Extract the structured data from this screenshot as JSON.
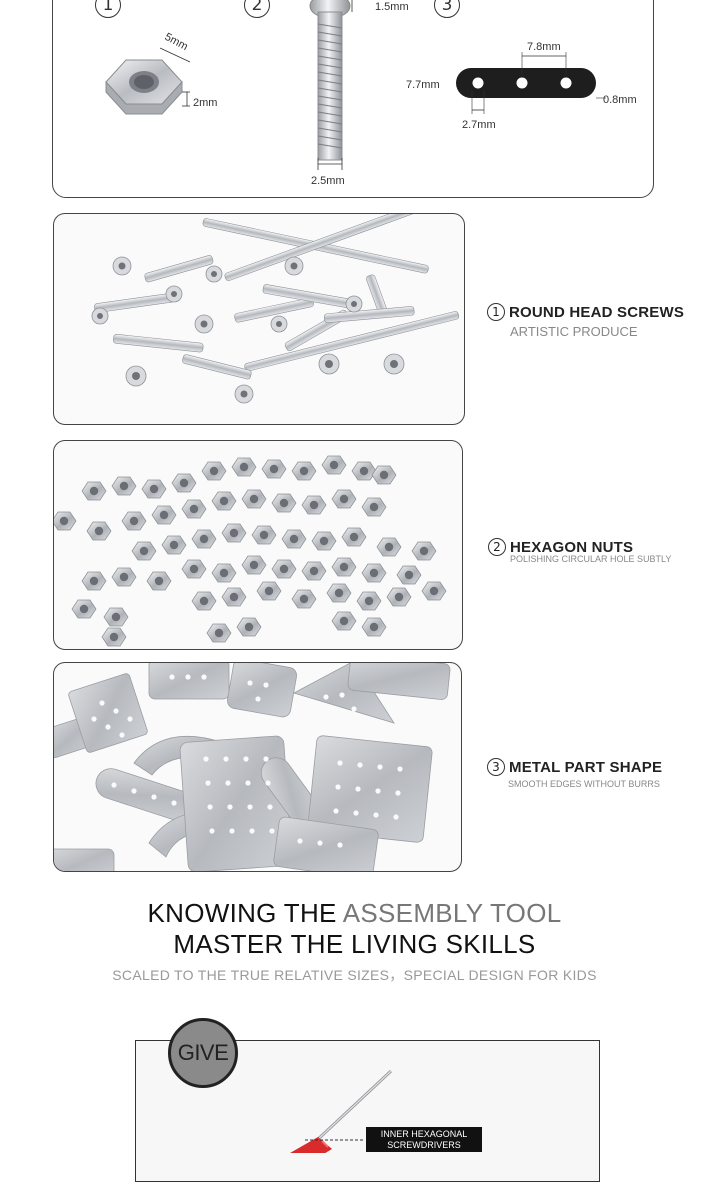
{
  "spec": {
    "numbers": [
      "1",
      "2",
      "3"
    ],
    "nut": {
      "width": "5mm",
      "thickness": "2mm"
    },
    "screw": {
      "head": "1.5mm",
      "diameter": "2.5mm"
    },
    "plate": {
      "spacing": "7.8mm",
      "height": "7.7mm",
      "hole": "2.7mm",
      "thickness": "0.8mm"
    }
  },
  "features": [
    {
      "num": "1",
      "title": "ROUND HEAD SCREWS",
      "subtitle": "ARTISTIC PRODUCE"
    },
    {
      "num": "2",
      "title": "HEXAGON NUTS",
      "subtitle": "POLISHING CIRCULAR HOLE SUBTLY"
    },
    {
      "num": "3",
      "title": "METAL PART SHAPE",
      "subtitle": "SMOOTH EDGES WITHOUT BURRS"
    }
  ],
  "headline": {
    "line1_dark": "KNOWING THE ",
    "line1_light": "ASSEMBLY TOOL",
    "line2": "MASTER THE LIVING SKILLS",
    "tagline": "SCALED TO THE TRUE RELATIVE SIZES，SPECIAL DESIGN FOR KIDS"
  },
  "give": {
    "badge": "GIVE",
    "tool_label_line1": "INNER HEXAGONAL",
    "tool_label_line2": "SCREWDRIVERS"
  },
  "colors": {
    "border": "#444444",
    "metal": "#c9ccd0",
    "plate": "#1e1e1e",
    "handle": "#d92b2b",
    "muted": "#888888"
  }
}
